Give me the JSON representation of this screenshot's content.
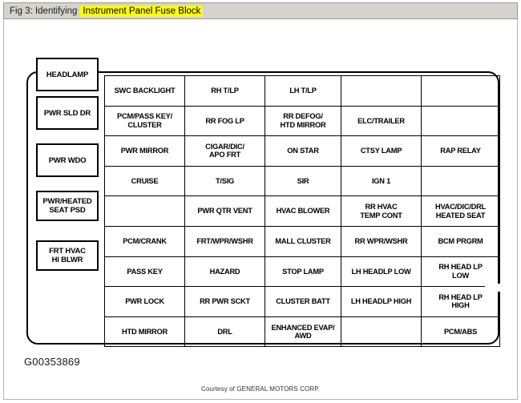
{
  "header": {
    "prefix": "Fig 3: Identifying",
    "highlight": "Instrument Panel Fuse Block",
    "highlight_color": "#ffff00",
    "bar_color": "#d6d3ce"
  },
  "figure": {
    "id_label": "G00353869",
    "courtesy": "Courtesy of GENERAL MOTORS CORP."
  },
  "relays": [
    {
      "label": "HEADLAMP"
    },
    {
      "label": "PWR SLD DR"
    },
    {
      "label": "PWR WDO"
    },
    {
      "label": "PWR/HEATED\nSEAT PSD"
    },
    {
      "label": "FRT HVAC\nHI BLWR"
    }
  ],
  "relay_lines": [
    [
      "HEADLAMP"
    ],
    [
      "PWR SLD DR"
    ],
    [
      "PWR WDO"
    ],
    [
      "PWR/HEATED",
      "SEAT PSD"
    ],
    [
      "FRT HVAC",
      "HI BLWR"
    ]
  ],
  "fuse_grid": {
    "columns": 5,
    "rows": 9,
    "cells": [
      [
        "SWC BACKLIGHT",
        "RH T/LP",
        "LH T/LP",
        "",
        ""
      ],
      [
        "PCM/PASS KEY/\nCLUSTER",
        "RR FOG LP",
        "RR DEFOG/\nHTD MIRROR",
        "ELC/TRAILER",
        ""
      ],
      [
        "PWR MIRROR",
        "CIGAR/DIC/\nAPO FRT",
        "ON STAR",
        "CTSY LAMP",
        "RAP RELAY"
      ],
      [
        "CRUISE",
        "T/SIG",
        "SIR",
        "IGN 1",
        ""
      ],
      [
        "",
        "PWR QTR VENT",
        "HVAC BLOWER",
        "RR HVAC\nTEMP CONT",
        "HVAC/DIC/DRL\nHEATED SEAT"
      ],
      [
        "PCM/CRANK",
        "FRT/WPR/WSHR",
        "MALL CLUSTER",
        "RR WPR/WSHR",
        "BCM PRGRM"
      ],
      [
        "PASS KEY",
        "HAZARD",
        "STOP LAMP",
        "LH HEADLP LOW",
        "RH HEAD LP\nLOW"
      ],
      [
        "PWR LOCK",
        "RR PWR SCKT",
        "CLUSTER BATT",
        "LH HEADLP HIGH",
        "RH HEAD LP\nHIGH"
      ],
      [
        "HTD MIRROR",
        "DRL",
        "ENHANCED EVAP/\nAWD",
        "",
        "PCM/ABS"
      ]
    ]
  }
}
